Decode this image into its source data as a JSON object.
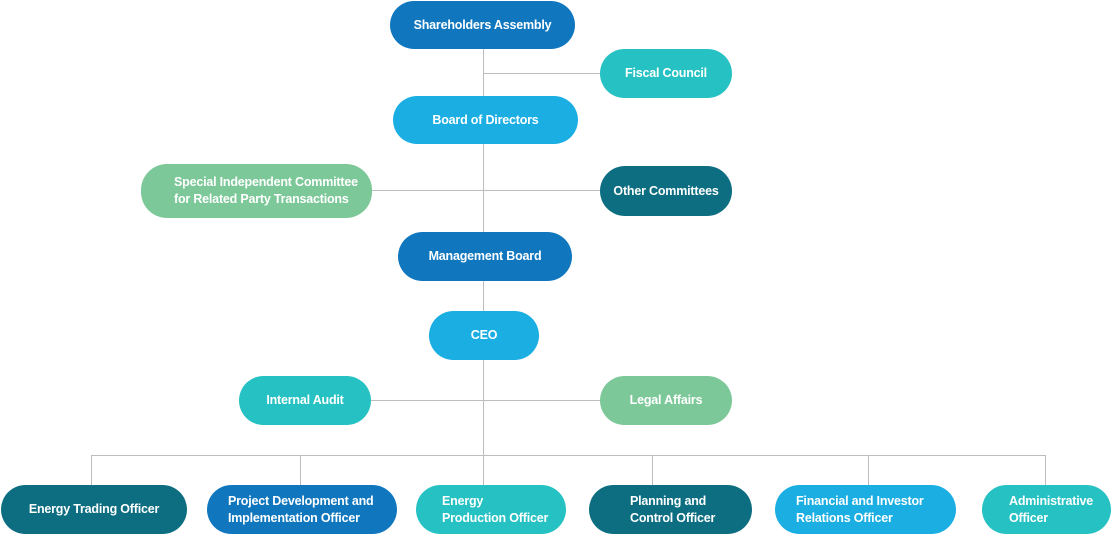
{
  "palette": {
    "dark_blue": "#1077bf",
    "light_blue": "#1aaee3",
    "teal": "#25c1c3",
    "dark_teal": "#0d6e82",
    "green": "#7dc899",
    "line": "#bdbdbd"
  },
  "nodes": {
    "shareholders_assembly": "Shareholders Assembly",
    "fiscal_council": "Fiscal Council",
    "board_of_directors": "Board of Directors",
    "special_committee": "Special Independent Committee\nfor Related Party Transactions",
    "other_committees": "Other Committees",
    "management_board": "Management Board",
    "ceo": "CEO",
    "internal_audit": "Internal Audit",
    "legal_affairs": "Legal Affairs",
    "energy_trading_officer": "Energy Trading Officer",
    "project_development_officer": "Project Development and\nImplementation Officer",
    "energy_production_officer": "Energy\nProduction Officer",
    "planning_control_officer": "Planning and\nControl Officer",
    "financial_ir_officer": "Financial and Investor\nRelations Officer",
    "administrative_officer": "Administrative\nOfficer"
  }
}
